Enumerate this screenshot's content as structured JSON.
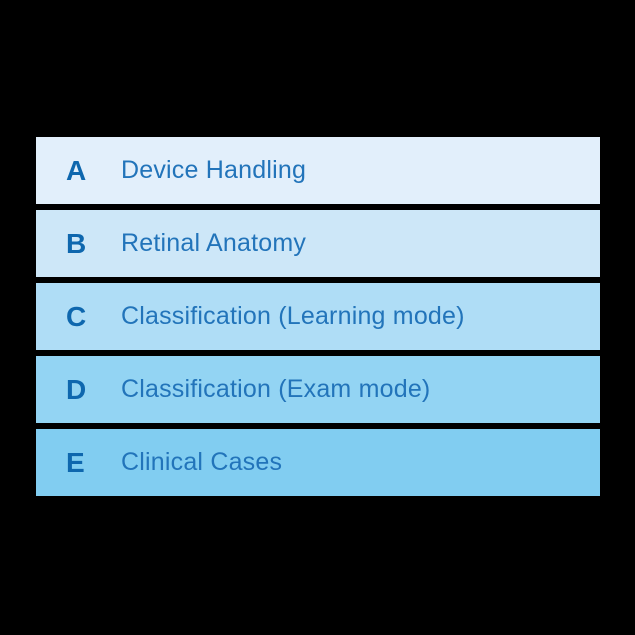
{
  "canvas": {
    "background_color": "#000000"
  },
  "menu": {
    "letter_color": "#0e67ae",
    "label_color": "#2274ba",
    "items": [
      {
        "letter": "A",
        "label": "Device Handling",
        "bg": "#e2effb"
      },
      {
        "letter": "B",
        "label": "Retinal Anatomy",
        "bg": "#cde7f8"
      },
      {
        "letter": "C",
        "label": "Classification (Learning mode)",
        "bg": "#afddf6"
      },
      {
        "letter": "D",
        "label": "Classification (Exam mode)",
        "bg": "#93d4f3"
      },
      {
        "letter": "E",
        "label": "Clinical Cases",
        "bg": "#81cdf1"
      }
    ]
  }
}
